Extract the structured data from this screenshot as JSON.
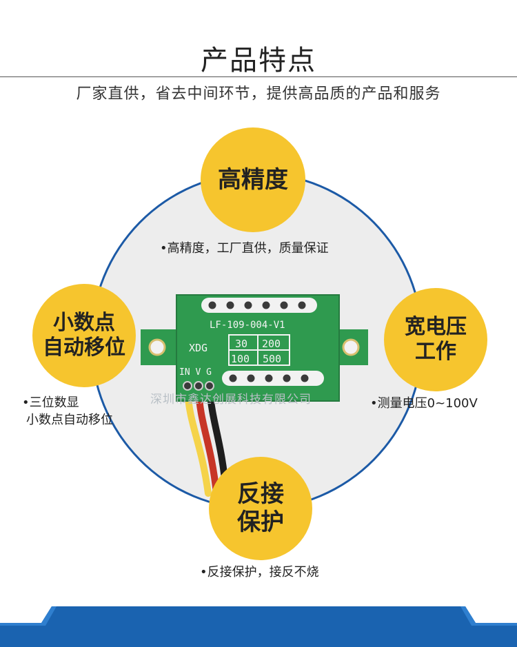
{
  "header": {
    "title": "产品特点",
    "subtitle": "厂家直供，省去中间环节，提供高品质的产品和服务"
  },
  "features": {
    "top": {
      "badge_line1": "高精度",
      "desc": "•高精度，工厂直供，质量保证"
    },
    "left": {
      "badge_line1": "小数点",
      "badge_line2": "自动移位",
      "desc_line1": "•三位数显",
      "desc_line2": "小数点自动移位"
    },
    "right": {
      "badge_line1": "宽电压",
      "badge_line2": "工作",
      "desc": "•测量电压0~100V"
    },
    "bottom": {
      "badge_line1": "反接",
      "badge_line2": "保护",
      "desc": "•反接保护，接反不烧"
    }
  },
  "board": {
    "model": "LF-109-004-V1",
    "brand": "XDG",
    "ranges": [
      "30",
      "200",
      "100",
      "500"
    ],
    "pins": "IN V G"
  },
  "watermark": "深圳市鑫达创展科技有限公司",
  "colors": {
    "accent_yellow": "#f6c52e",
    "ring_blue": "#1c5aa6",
    "footer_blue": "#1a63b0",
    "pcb_green": "#2f9a4f"
  }
}
